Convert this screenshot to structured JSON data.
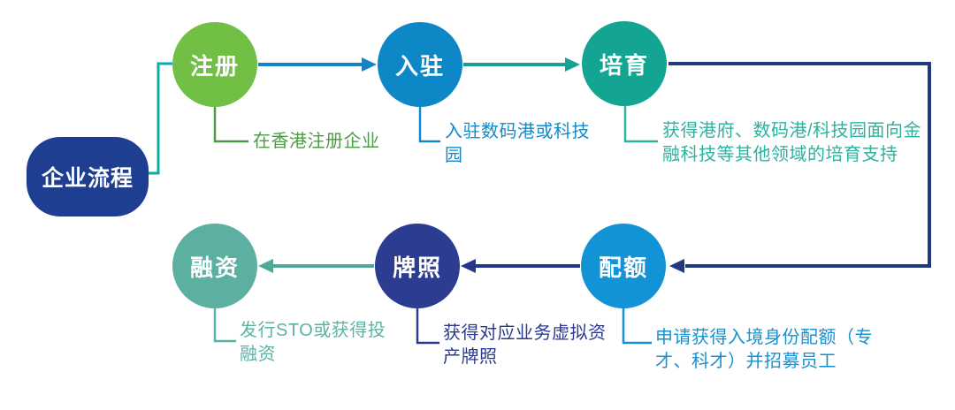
{
  "title": {
    "label": "企业流程",
    "bg": "#1D3E91"
  },
  "nodes": [
    {
      "id": "register",
      "label": "注册",
      "color": "#71BF44",
      "note": "在香港注册企业",
      "note_color": "#4A9D45"
    },
    {
      "id": "move-in",
      "label": "入驻",
      "color": "#0D87C5",
      "note": "入驻数码港或科技园",
      "note_color": "#1489C9"
    },
    {
      "id": "cultivate",
      "label": "培育",
      "color": "#14A592",
      "note": "获得港府、数码港/科技园面向金融科技等其他领域的培育支持",
      "note_color": "#2BB39E"
    },
    {
      "id": "quota",
      "label": "配额",
      "color": "#1193D5",
      "note": "申请获得入境身份配额（专才、科才）并招募员工",
      "note_color": "#1791D0"
    },
    {
      "id": "license",
      "label": "牌照",
      "color": "#2C3C90",
      "note": "获得对应业务虚拟资产牌照",
      "note_color": "#2B3A8F"
    },
    {
      "id": "finance",
      "label": "融资",
      "color": "#5BB0A1",
      "note": "发行STO或获得投融资",
      "note_color": "#5BB3A3"
    }
  ],
  "edges": [
    {
      "from": "企业流程",
      "to": "注册",
      "color": "#0AADA8",
      "arrow": false
    },
    {
      "from": "注册",
      "to": "入驻",
      "color": "#1583C8",
      "arrow": true
    },
    {
      "from": "入驻",
      "to": "培育",
      "color": "#14A392",
      "arrow": true
    },
    {
      "from": "培育",
      "to": "配额",
      "color": "#21397E",
      "arrow": true
    },
    {
      "from": "配额",
      "to": "牌照",
      "color": "#24368C",
      "arrow": true
    },
    {
      "from": "牌照",
      "to": "融资",
      "color": "#4FA99A",
      "arrow": true
    }
  ]
}
